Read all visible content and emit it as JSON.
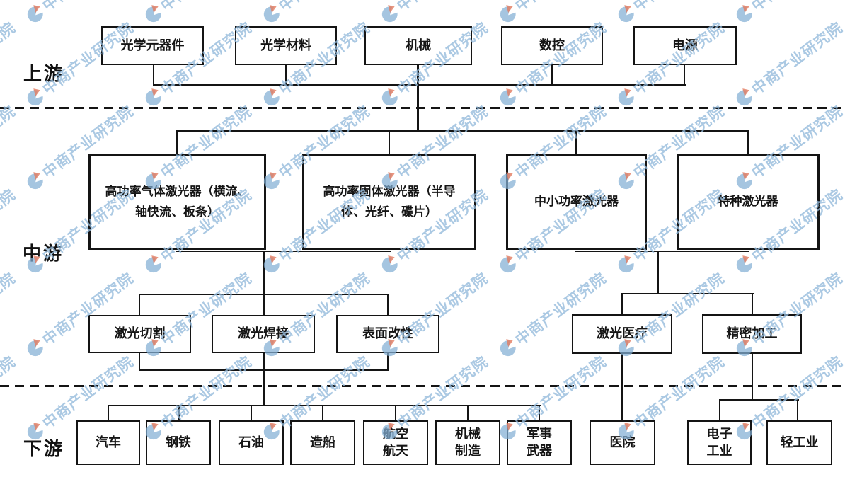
{
  "watermark": {
    "text": "中商产业研究院",
    "text_color": "#94badb",
    "logo_blue": "#82afd4",
    "logo_red": "#e27a5f"
  },
  "style": {
    "line_color": "#141414",
    "background": "#ffffff"
  },
  "stages": {
    "upstream": "上游",
    "midstream": "中游",
    "downstream": "下游"
  },
  "upstream_nodes": [
    {
      "label": "光学元器件"
    },
    {
      "label": "光学材料"
    },
    {
      "label": "机械"
    },
    {
      "label": "数控"
    },
    {
      "label": "电源"
    }
  ],
  "midstream_nodes": [
    {
      "label": "高功率气体激光器（横流、轴快流、板条）"
    },
    {
      "label": "高功率固体激光器（半导体、光纤、碟片）"
    },
    {
      "label": "中小功率激光器"
    },
    {
      "label": "特种激光器"
    }
  ],
  "application_nodes": [
    {
      "label": "激光切割"
    },
    {
      "label": "激光焊接"
    },
    {
      "label": "表面改性"
    },
    {
      "label": "激光医疗"
    },
    {
      "label": "精密加工"
    }
  ],
  "downstream_nodes": [
    {
      "label": "汽车"
    },
    {
      "label": "钢铁"
    },
    {
      "label": "石油"
    },
    {
      "label": "造船"
    },
    {
      "label": "航空\n航天"
    },
    {
      "label": "机械\n制造"
    },
    {
      "label": "军事\n武器"
    },
    {
      "label": "医院"
    },
    {
      "label": "电子\n工业"
    },
    {
      "label": "轻工业"
    }
  ]
}
